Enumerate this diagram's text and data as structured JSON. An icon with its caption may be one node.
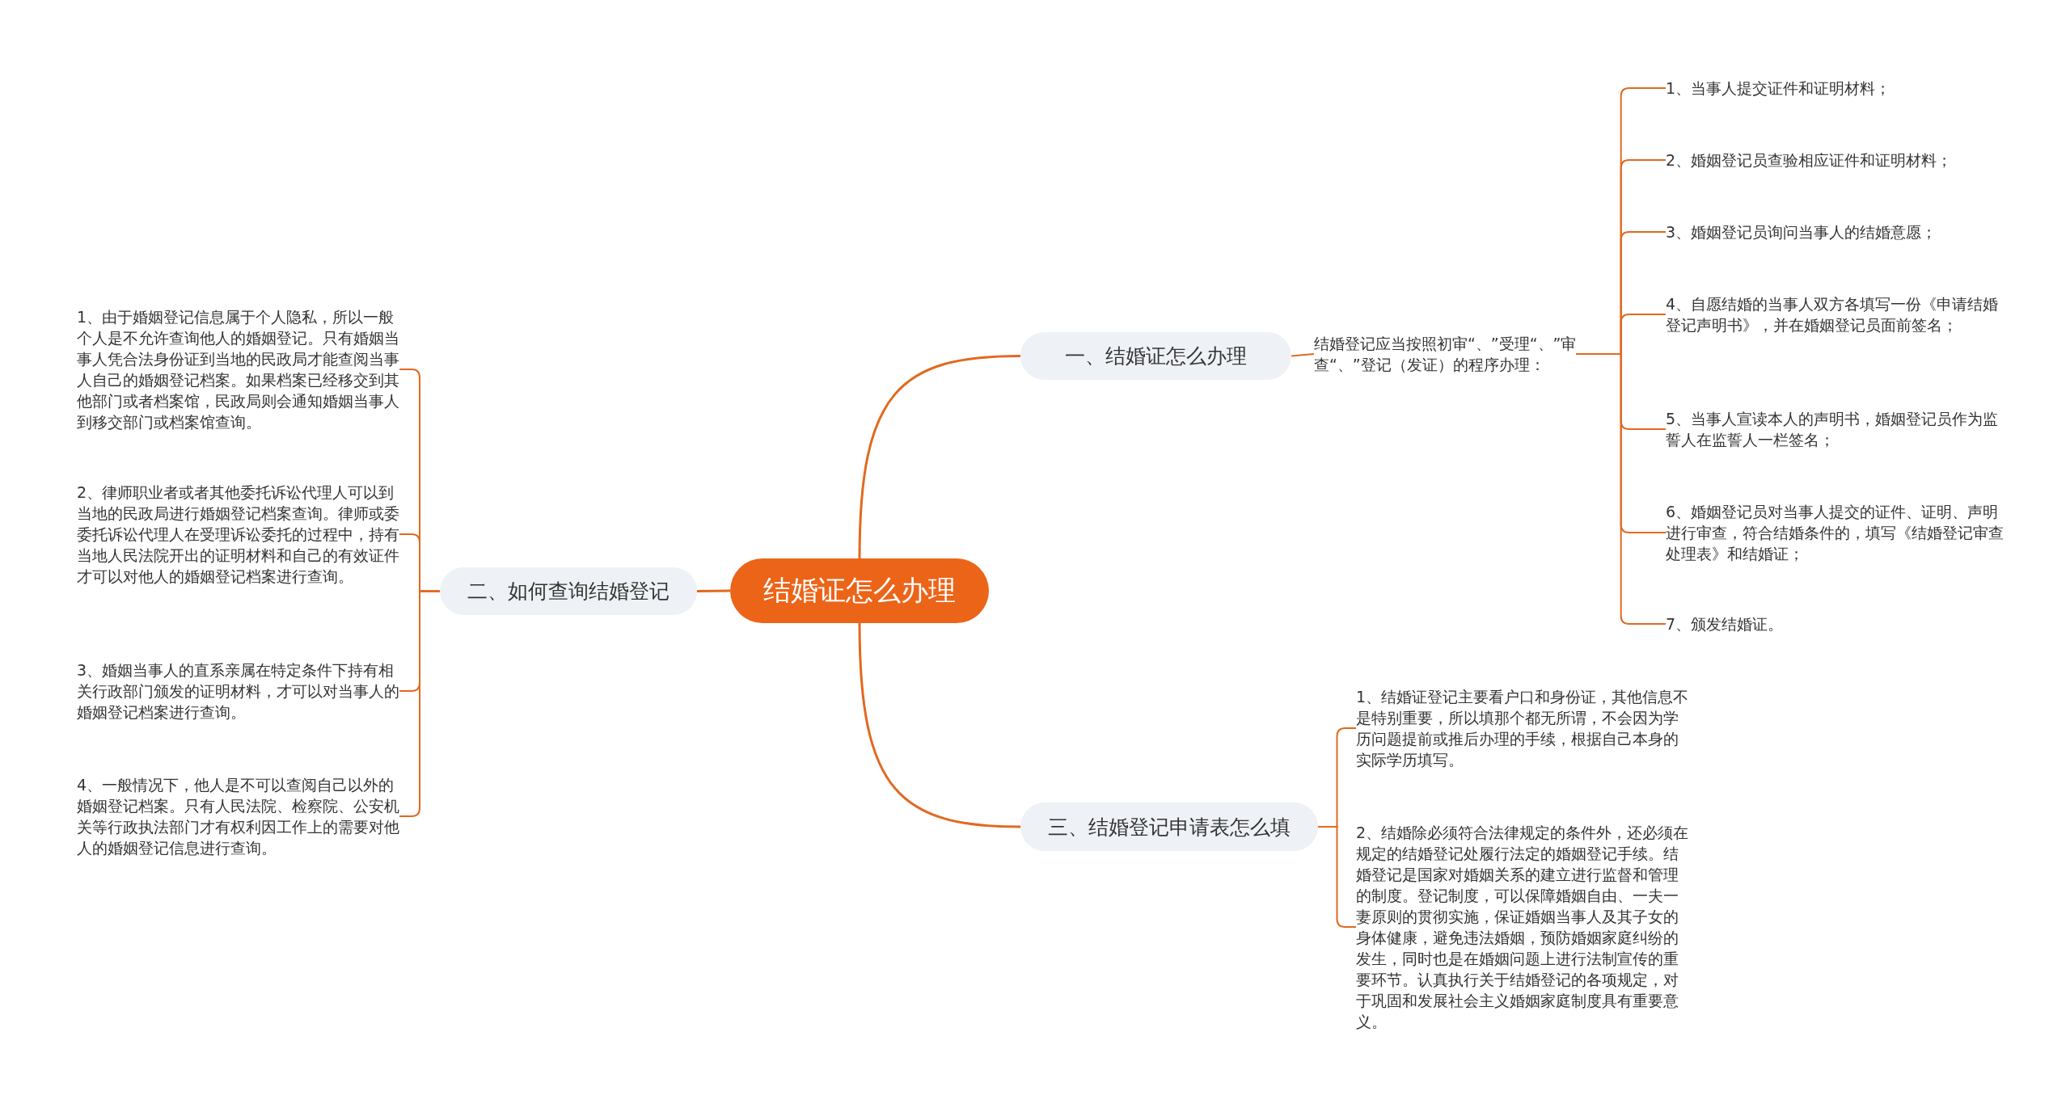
{
  "diagram": {
    "nodes": [
      {
        "text": [
          "结婚证怎么办理"
        ]
      },
      {
        "text": [
          "一、结婚证怎么办理"
        ]
      },
      {
        "text": [
          "结婚登记应当按照初审“、”受理“、”审查“、”登记（发证）的程序办理："
        ]
      },
      {
        "text": [
          "1、当事人提交证件和证明材料；"
        ]
      },
      {
        "text": [
          "2、婚姻登记员查验相应证件和证明材料；"
        ]
      },
      {
        "text": [
          "3、婚姻登记员询问当事人的结婚意愿；"
        ]
      },
      {
        "text": [
          "4、自愿结婚的当事人双方各填写一份《申请结婚登记声明书》，并在婚姻登记员面前签名；"
        ]
      },
      {
        "text": [
          "5、当事人宣读本人的声明书，婚姻登记员作为监誓人在监誓人一栏签名；"
        ]
      },
      {
        "text": [
          "6、婚姻登记员对当事人提交的证件、证明、声明进行审查，符合结婚条件的，填写《结婚登记审查处理表》和结婚证；"
        ]
      },
      {
        "text": [
          "7、颁发结婚证。"
        ]
      },
      {
        "text": [
          "二、如何查询结婚登记"
        ]
      },
      {
        "text": [
          "1、由于婚姻登记信息属于个人隐私，所以一般个人是不允许查询他人的婚姻登记。只有婚姻当事人凭合法身份证到当地的民政局才能查阅当事人自己的婚姻登记档案。如果档案已经移交到其他部门或者档案馆，民政局则会通知婚姻当事人到移交部门或档案馆查询。"
        ]
      },
      {
        "text": [
          "2、律师职业者或者其他委托诉讼代理人可以到当地的民政局进行婚姻登记档案查询。律师或委委托诉讼代理人在受理诉讼委托的过程中，持有当地人民法院开出的证明材料和自己的有效证件才可以对他人的婚姻登记档案进行查询。"
        ]
      },
      {
        "text": [
          "3、婚姻当事人的直系亲属在特定条件下持有相关行政部门颁发的证明材料，才可以对当事人的婚姻登记档案进行查询。"
        ]
      },
      {
        "text": [
          "4、一般情况下，他人是不可以查阅自己以外的婚姻登记档案。只有人民法院、检察院、公安机关等行政执法部门才有权利因工作上的需要对他人的婚姻登记信息进行查询。"
        ]
      },
      {
        "text": [
          "三、结婚登记申请表怎么填"
        ]
      },
      {
        "text": [
          "1、结婚证登记主要看户口和身份证，其他信息不是特别重要，所以填那个都无所谓，不会因为学历问题提前或推后办理的手续，根据自己本身的实际学历填写。"
        ]
      },
      {
        "text": [
          "2、结婚除必须符合法律规定的条件外，还必须在规定的结婚登记处履行法定的婚姻登记手续。结婚登记是国家对婚姻关系的建立进行监督和管理的制度。登记制度，可以保障婚姻自由、一夫一妻原则的贯彻实施，保证婚姻当事人及其子女的身体健康，避免违法婚姻，预防婚姻家庭纠纷的发生，同时也是在婚姻问题上进行法制宣传的重要环节。认真执行关于结婚登记的各项规定，对于巩固和发展社会主义婚姻家庭制度具有重要意义。"
        ]
      }
    ],
    "edges": [
      {
        "from": 0,
        "to": 1,
        "arrow": "none"
      },
      {
        "from": 1,
        "to": 2,
        "arrow": "none"
      },
      {
        "from": 2,
        "to": 3,
        "arrow": "none"
      },
      {
        "from": 2,
        "to": 4,
        "arrow": "none"
      },
      {
        "from": 2,
        "to": 5,
        "arrow": "none"
      },
      {
        "from": 2,
        "to": 6,
        "arrow": "none"
      },
      {
        "from": 2,
        "to": 7,
        "arrow": "none"
      },
      {
        "from": 2,
        "to": 8,
        "arrow": "none"
      },
      {
        "from": 2,
        "to": 9,
        "arrow": "none"
      },
      {
        "from": 0,
        "to": 10,
        "arrow": "none"
      },
      {
        "from": 10,
        "to": 11,
        "arrow": "none"
      },
      {
        "from": 10,
        "to": 12,
        "arrow": "none"
      },
      {
        "from": 10,
        "to": 13,
        "arrow": "none"
      },
      {
        "from": 10,
        "to": 14,
        "arrow": "none"
      },
      {
        "from": 0,
        "to": 15,
        "arrow": "none"
      },
      {
        "from": 15,
        "to": 16,
        "arrow": "none"
      },
      {
        "from": 15,
        "to": 17,
        "arrow": "none"
      }
    ]
  }
}
